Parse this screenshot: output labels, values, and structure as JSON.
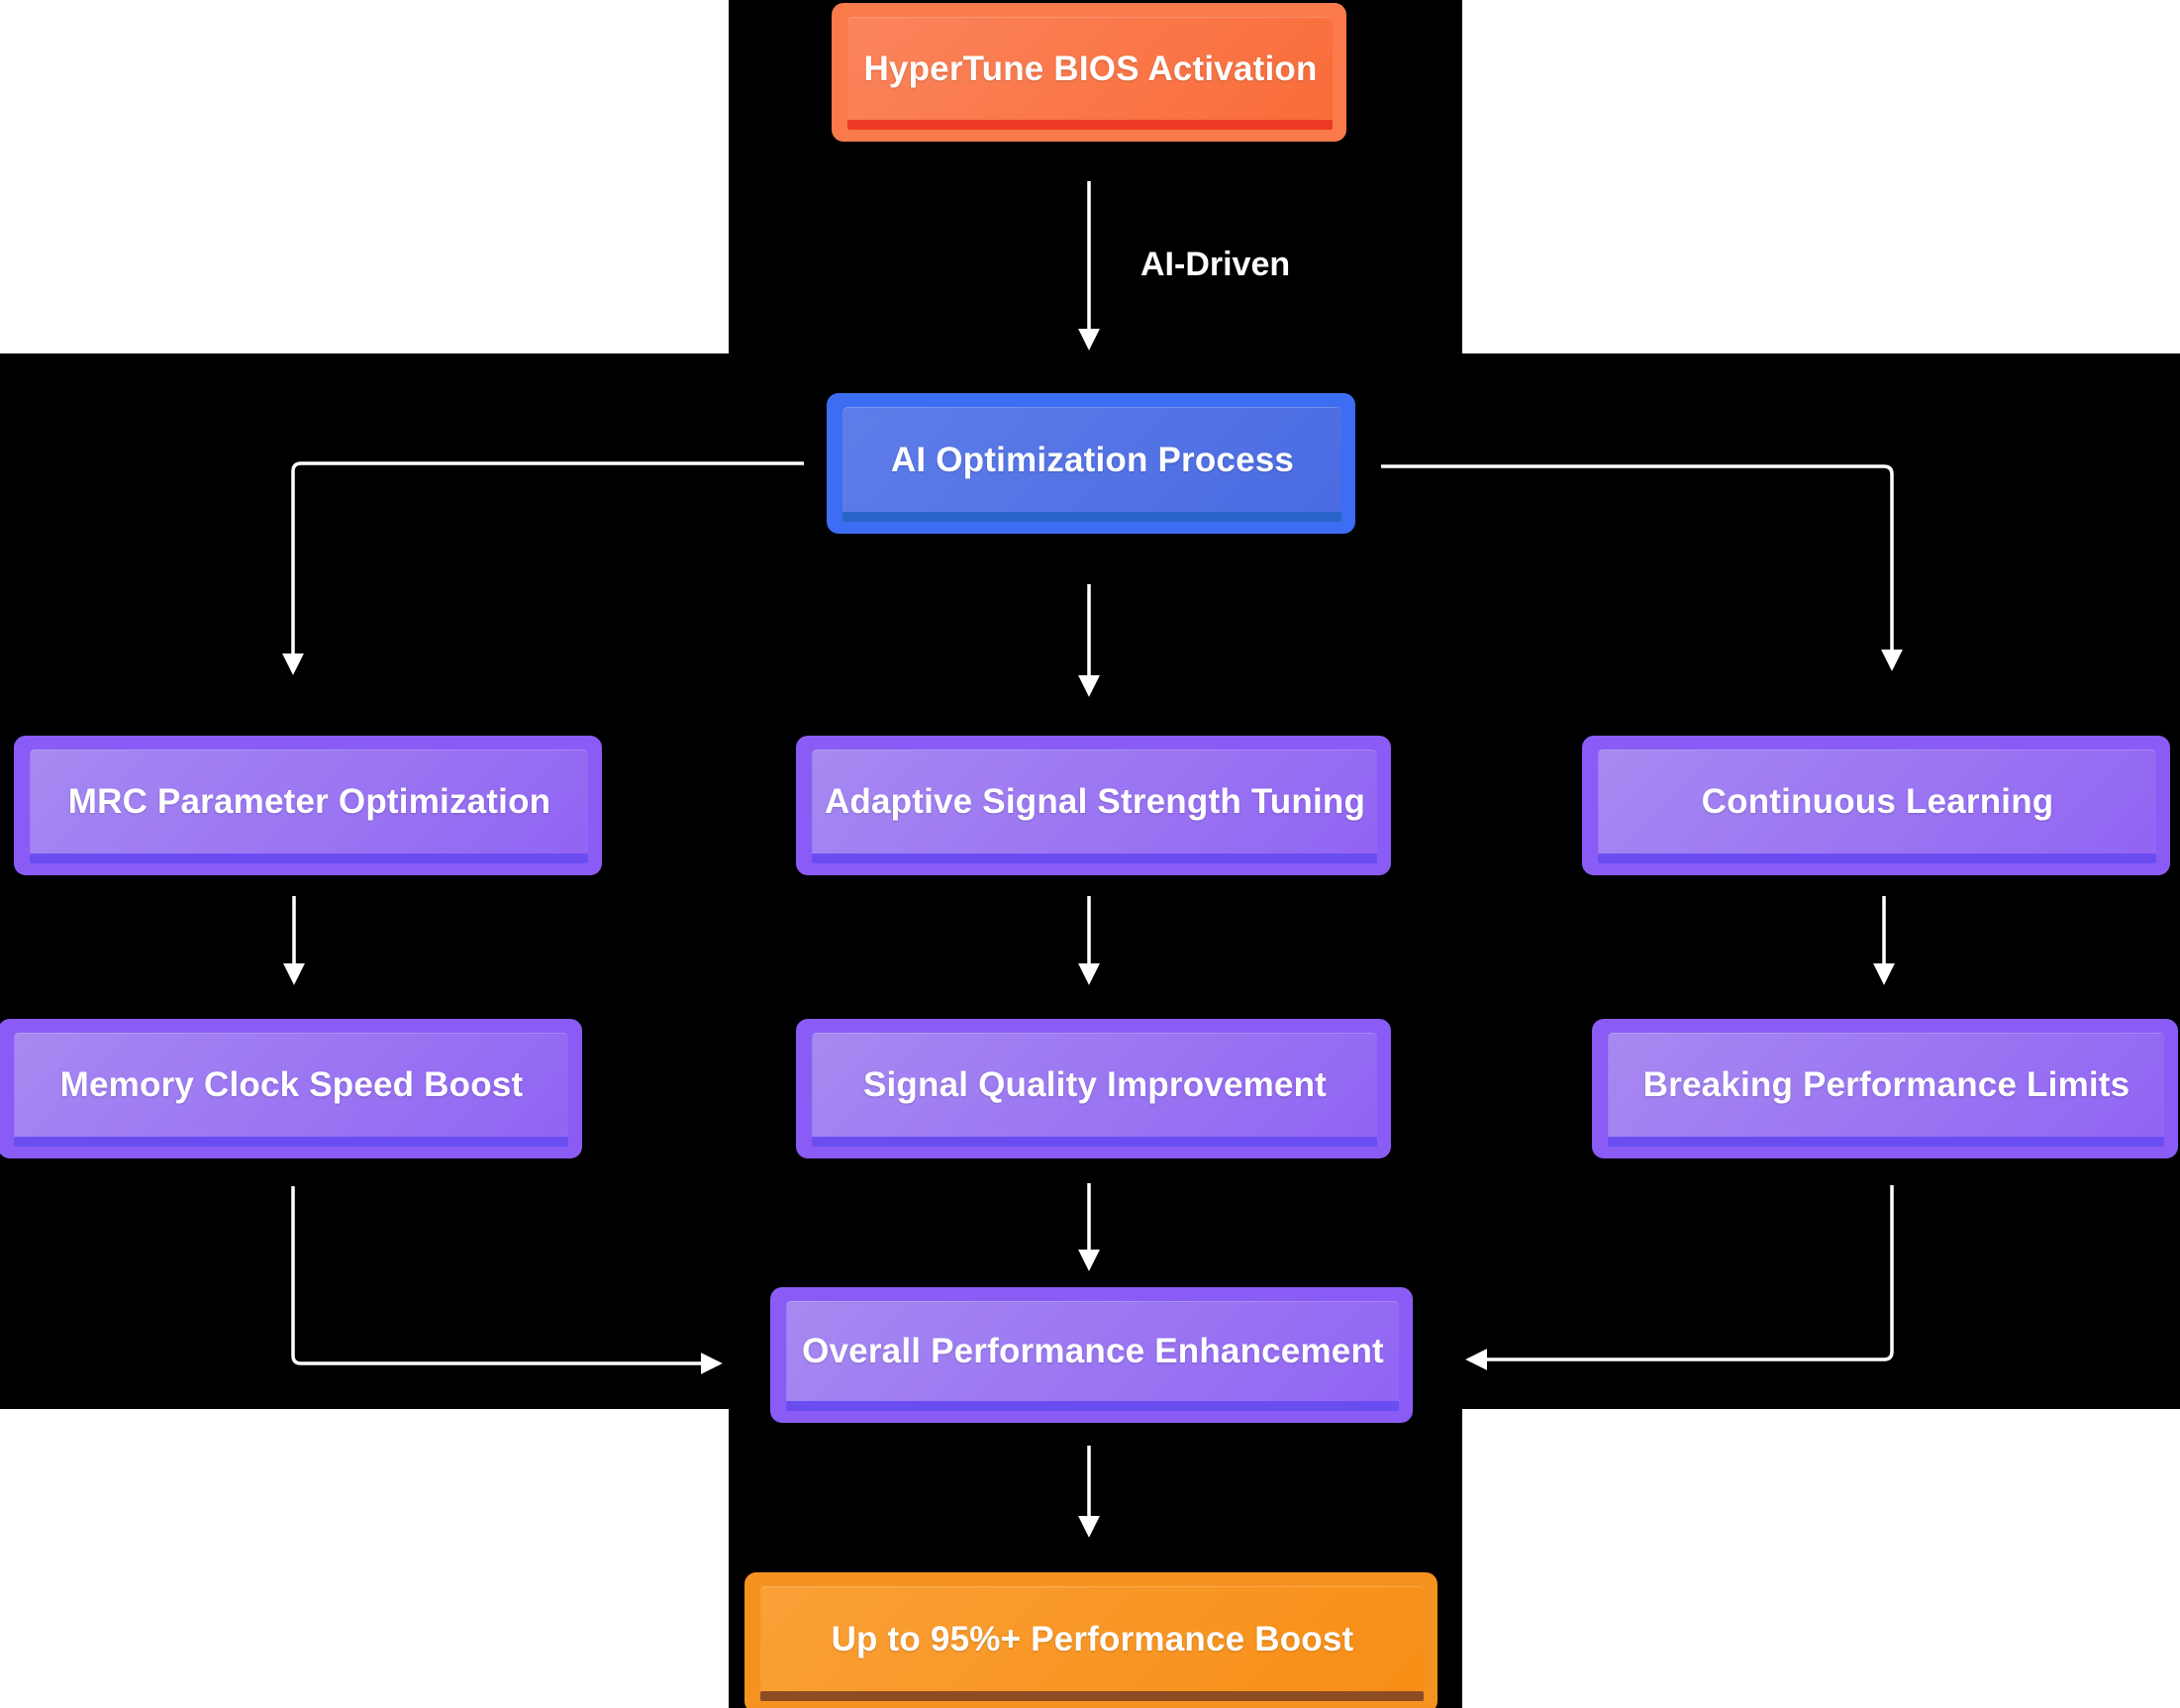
{
  "diagram": {
    "type": "flowchart",
    "background_color": "#000000",
    "page_color": "#ffffff",
    "arrow_color": "#ffffff",
    "node_styles": {
      "orange_red": {
        "base": "#fa7a4b",
        "fill": "#f96c38",
        "bottom_strip": "#ed3a24"
      },
      "blue": {
        "base": "#3d6df2",
        "fill": "#4a6be2",
        "bottom_strip": "#2765c8"
      },
      "purple": {
        "base": "#8a5cf5",
        "fill": "#9164f3",
        "bottom_strip": "#6a4df1"
      },
      "orange_gold": {
        "base": "#f69220",
        "fill": "#f78e15",
        "bottom_strip": "#8e4c24"
      }
    }
  },
  "nodes": [
    {
      "id": "hypertune",
      "label": "HyperTune BIOS Activation",
      "style": "orange-red"
    },
    {
      "id": "aiopt",
      "label": "AI Optimization Process",
      "style": "blue"
    },
    {
      "id": "mrc",
      "label": "MRC Parameter Optimization",
      "style": "purple"
    },
    {
      "id": "adaptive",
      "label": "Adaptive Signal Strength Tuning",
      "style": "purple"
    },
    {
      "id": "continuous",
      "label": "Continuous Learning",
      "style": "purple"
    },
    {
      "id": "memory",
      "label": "Memory Clock Speed Boost",
      "style": "purple"
    },
    {
      "id": "signal",
      "label": "Signal Quality Improvement",
      "style": "purple"
    },
    {
      "id": "breaking",
      "label": "Breaking Performance Limits",
      "style": "purple"
    },
    {
      "id": "overall",
      "label": "Overall Performance Enhancement",
      "style": "purple"
    },
    {
      "id": "boost",
      "label": "Up to 95%+ Performance Boost",
      "style": "orange-gold"
    }
  ],
  "edges": [
    {
      "from": "HyperTune BIOS Activation",
      "to": "AI Optimization Process",
      "label": "AI-Driven"
    },
    {
      "from": "AI Optimization Process",
      "to": "MRC Parameter Optimization",
      "label": ""
    },
    {
      "from": "AI Optimization Process",
      "to": "Adaptive Signal Strength Tuning",
      "label": ""
    },
    {
      "from": "AI Optimization Process",
      "to": "Continuous Learning",
      "label": ""
    },
    {
      "from": "MRC Parameter Optimization",
      "to": "Memory Clock Speed Boost",
      "label": ""
    },
    {
      "from": "Adaptive Signal Strength Tuning",
      "to": "Signal Quality Improvement",
      "label": ""
    },
    {
      "from": "Continuous Learning",
      "to": "Breaking Performance Limits",
      "label": ""
    },
    {
      "from": "Memory Clock Speed Boost",
      "to": "Overall Performance Enhancement",
      "label": ""
    },
    {
      "from": "Signal Quality Improvement",
      "to": "Overall Performance Enhancement",
      "label": ""
    },
    {
      "from": "Breaking Performance Limits",
      "to": "Overall Performance Enhancement",
      "label": ""
    },
    {
      "from": "Overall Performance Enhancement",
      "to": "Up to 95%+ Performance Boost",
      "label": ""
    }
  ]
}
